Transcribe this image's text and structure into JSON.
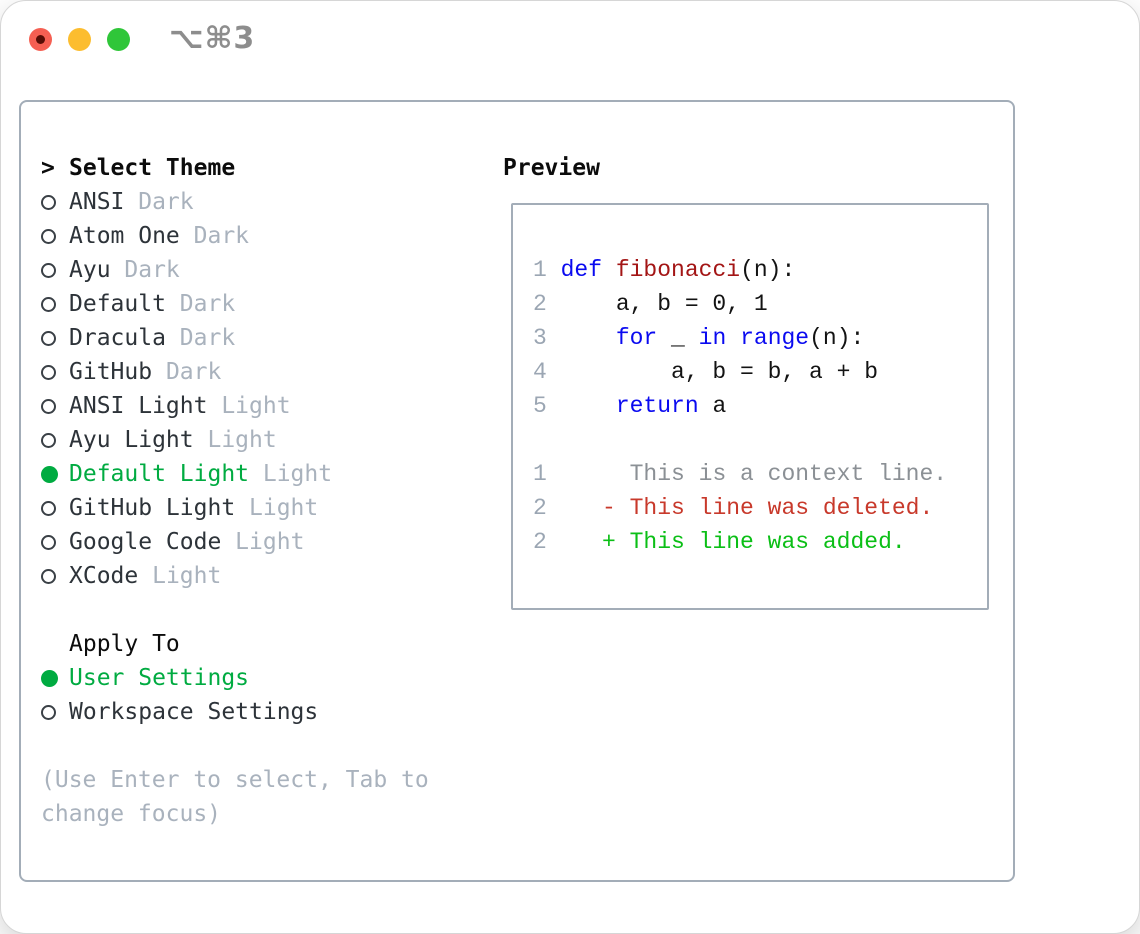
{
  "window": {
    "title": "⌥⌘3"
  },
  "titlebar": {
    "buttons": [
      "close",
      "minimize",
      "zoom"
    ]
  },
  "colors": {
    "accent_green": "#00ab41",
    "diff_green": "#0bbf16",
    "diff_red": "#c8392b",
    "keyword_blue": "#0a0af0",
    "function_red": "#a31515",
    "muted_gray": "#a9b2bd",
    "context_gray": "#8b9095",
    "line_number_gray": "#9ba6b3",
    "border_gray": "#a3adb8"
  },
  "theme_list": {
    "prompt": ">",
    "header_label": "Select Theme",
    "items": [
      {
        "name": "ANSI",
        "variant": "Dark",
        "selected": false
      },
      {
        "name": "Atom One",
        "variant": "Dark",
        "selected": false
      },
      {
        "name": "Ayu",
        "variant": "Dark",
        "selected": false
      },
      {
        "name": "Default",
        "variant": "Dark",
        "selected": false
      },
      {
        "name": "Dracula",
        "variant": "Dark",
        "selected": false
      },
      {
        "name": "GitHub",
        "variant": "Dark",
        "selected": false
      },
      {
        "name": "ANSI Light",
        "variant": "Light",
        "selected": false
      },
      {
        "name": "Ayu Light",
        "variant": "Light",
        "selected": false
      },
      {
        "name": "Default Light",
        "variant": "Light",
        "selected": true
      },
      {
        "name": "GitHub Light",
        "variant": "Light",
        "selected": false
      },
      {
        "name": "Google Code",
        "variant": "Light",
        "selected": false
      },
      {
        "name": "XCode",
        "variant": "Light",
        "selected": false
      }
    ]
  },
  "apply_to": {
    "label": "Apply To",
    "options": [
      {
        "label": "User Settings",
        "selected": true
      },
      {
        "label": "Workspace Settings",
        "selected": false
      }
    ]
  },
  "hint": {
    "line1": "(Use Enter to select, Tab to",
    "line2": "change focus)"
  },
  "preview": {
    "header": "Preview",
    "lines": [
      [
        {
          "t": "1 ",
          "c": "ln"
        },
        {
          "t": "def ",
          "c": "kw"
        },
        {
          "t": "fibonacci",
          "c": "fn"
        },
        {
          "t": "(n):",
          "c": "pl"
        }
      ],
      [
        {
          "t": "2 ",
          "c": "ln"
        },
        {
          "t": "    a, b = 0, 1",
          "c": "pl"
        }
      ],
      [
        {
          "t": "3 ",
          "c": "ln"
        },
        {
          "t": "    ",
          "c": "pl"
        },
        {
          "t": "for",
          "c": "kw"
        },
        {
          "t": " _ ",
          "c": "pl"
        },
        {
          "t": "in",
          "c": "kw"
        },
        {
          "t": " ",
          "c": "pl"
        },
        {
          "t": "range",
          "c": "kw"
        },
        {
          "t": "(n):",
          "c": "pl"
        }
      ],
      [
        {
          "t": "4 ",
          "c": "ln"
        },
        {
          "t": "        a, b = b, a + b",
          "c": "pl"
        }
      ],
      [
        {
          "t": "5 ",
          "c": "ln"
        },
        {
          "t": "    ",
          "c": "pl"
        },
        {
          "t": "return",
          "c": "kw"
        },
        {
          "t": " a",
          "c": "pl"
        }
      ],
      [],
      [
        {
          "t": "1",
          "c": "ln"
        },
        {
          "t": "      This is a context line.",
          "c": "ctx"
        }
      ],
      [
        {
          "t": "2",
          "c": "ln"
        },
        {
          "t": "    - This line was deleted.",
          "c": "del"
        }
      ],
      [
        {
          "t": "2",
          "c": "ln"
        },
        {
          "t": "    + This line was added.",
          "c": "add"
        }
      ]
    ]
  }
}
